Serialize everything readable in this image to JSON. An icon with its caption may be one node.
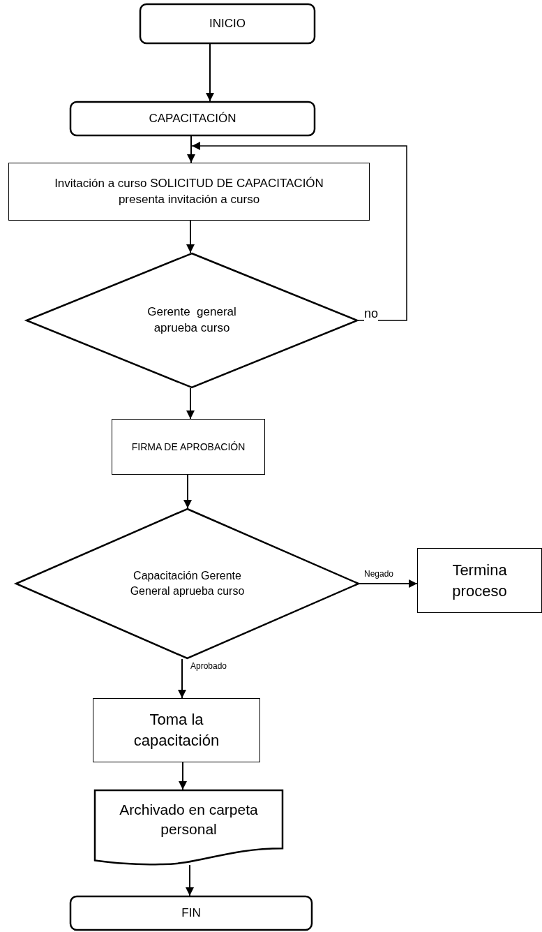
{
  "diagram": {
    "nodes": [
      {
        "text": [
          "INICIO"
        ]
      },
      {
        "text": [
          "CAPACITACIÓN"
        ]
      },
      {
        "text": [
          "Invitación a curso SOLICITUD DE CAPACITACIÓN presenta invitación a curso"
        ]
      },
      {
        "text": [
          "Gerente  general aprueba curso"
        ]
      },
      {
        "text": [
          "FIRMA DE APROBACIÓN"
        ]
      },
      {
        "text": [
          "Capacitación Gerente General aprueba curso"
        ]
      },
      {
        "text": [
          "Termina proceso"
        ]
      },
      {
        "text": [
          "Toma la capacitación"
        ]
      },
      {
        "text": [
          "Archivado en carpeta personal"
        ]
      },
      {
        "text": [
          "FIN"
        ]
      }
    ],
    "edges": [
      {
        "from": 0,
        "to": 1,
        "arrow": "to"
      },
      {
        "from": 1,
        "to": 2,
        "arrow": "to"
      },
      {
        "from": 2,
        "to": 3,
        "arrow": "to"
      },
      {
        "from": 3,
        "to": 2,
        "arrow": "to",
        "label": "no"
      },
      {
        "from": 3,
        "to": 4,
        "arrow": "to"
      },
      {
        "from": 4,
        "to": 5,
        "arrow": "to"
      },
      {
        "from": 5,
        "to": 6,
        "arrow": "to",
        "label": "Negado"
      },
      {
        "from": 5,
        "to": 7,
        "arrow": "to",
        "label": "Aprobado"
      },
      {
        "from": 7,
        "to": 8,
        "arrow": "to"
      },
      {
        "from": 8,
        "to": 9,
        "arrow": "to"
      }
    ]
  }
}
